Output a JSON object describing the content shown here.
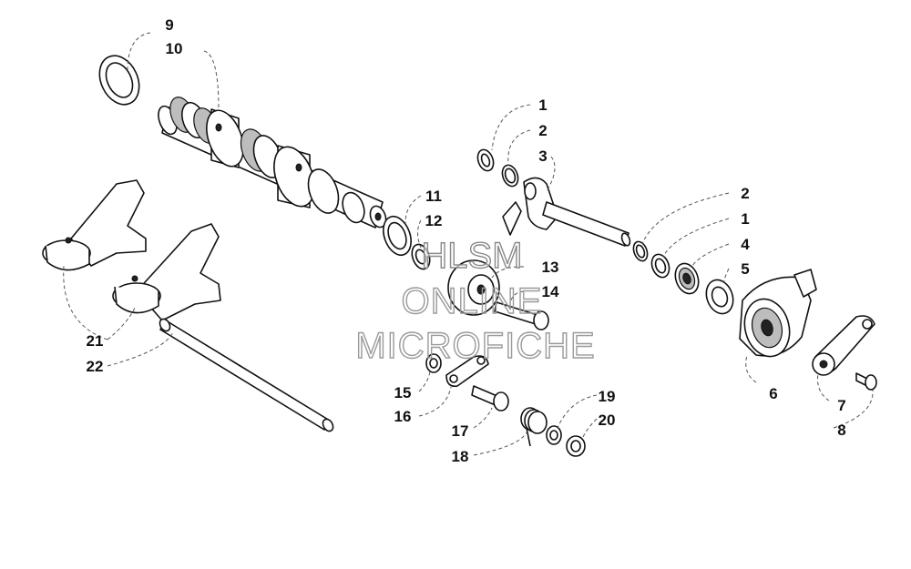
{
  "watermark": {
    "line1": "HLSM",
    "line2": "ONLINE",
    "line3": "MICROFICHE"
  },
  "callouts": [
    {
      "id": "c9",
      "label": "9"
    },
    {
      "id": "c10",
      "label": "10"
    },
    {
      "id": "c1a",
      "label": "1"
    },
    {
      "id": "c2a",
      "label": "2"
    },
    {
      "id": "c3",
      "label": "3"
    },
    {
      "id": "c11",
      "label": "11"
    },
    {
      "id": "c12",
      "label": "12"
    },
    {
      "id": "c2b",
      "label": "2"
    },
    {
      "id": "c1b",
      "label": "1"
    },
    {
      "id": "c4",
      "label": "4"
    },
    {
      "id": "c5",
      "label": "5"
    },
    {
      "id": "c13",
      "label": "13"
    },
    {
      "id": "c14",
      "label": "14"
    },
    {
      "id": "c6",
      "label": "6"
    },
    {
      "id": "c7",
      "label": "7"
    },
    {
      "id": "c8",
      "label": "8"
    },
    {
      "id": "c21",
      "label": "21"
    },
    {
      "id": "c22",
      "label": "22"
    },
    {
      "id": "c15",
      "label": "15"
    },
    {
      "id": "c16",
      "label": "16"
    },
    {
      "id": "c17",
      "label": "17"
    },
    {
      "id": "c18",
      "label": "18"
    },
    {
      "id": "c19",
      "label": "19"
    },
    {
      "id": "c20",
      "label": "20"
    }
  ]
}
